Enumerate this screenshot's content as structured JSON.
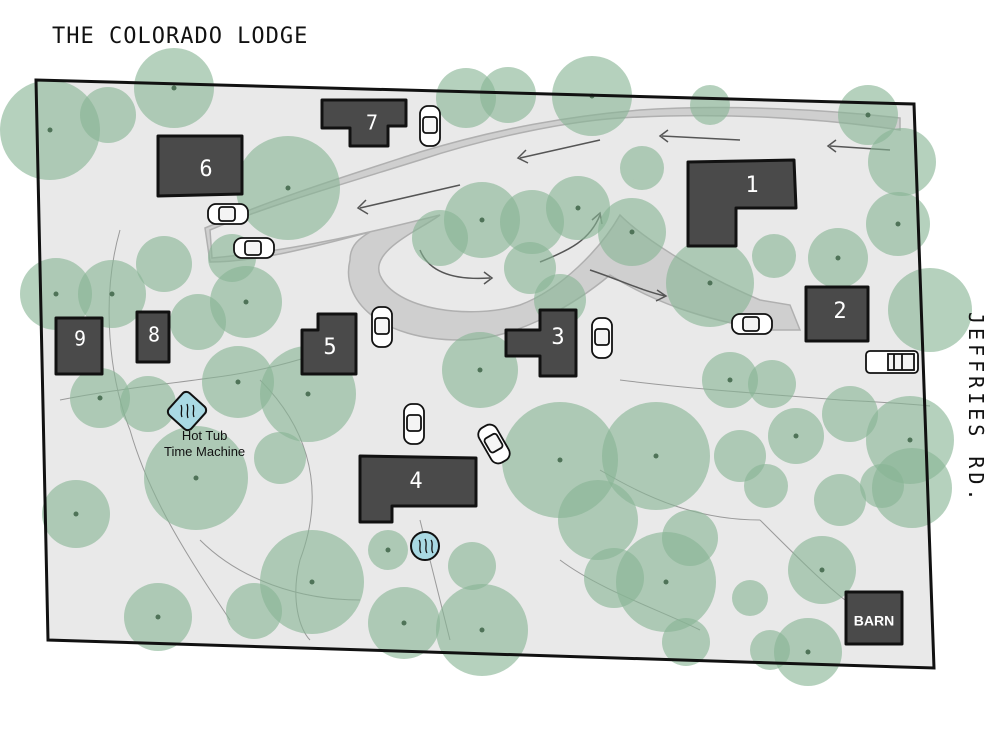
{
  "title": "THE COLORADO LODGE",
  "road_label": "JEFFRIES RD.",
  "hot_tub_label": {
    "line1": "Hot Tub",
    "line2": "Time Machine"
  },
  "buildings": [
    "1",
    "2",
    "3",
    "4",
    "5",
    "6",
    "7",
    "8",
    "9",
    "BARN"
  ],
  "colors": {
    "ground": "#e9e9e9",
    "tree": "#88b594",
    "building": "#4a4a4a",
    "driveway": "#cfcfcf",
    "hot_tub": "#a9d9e3"
  }
}
